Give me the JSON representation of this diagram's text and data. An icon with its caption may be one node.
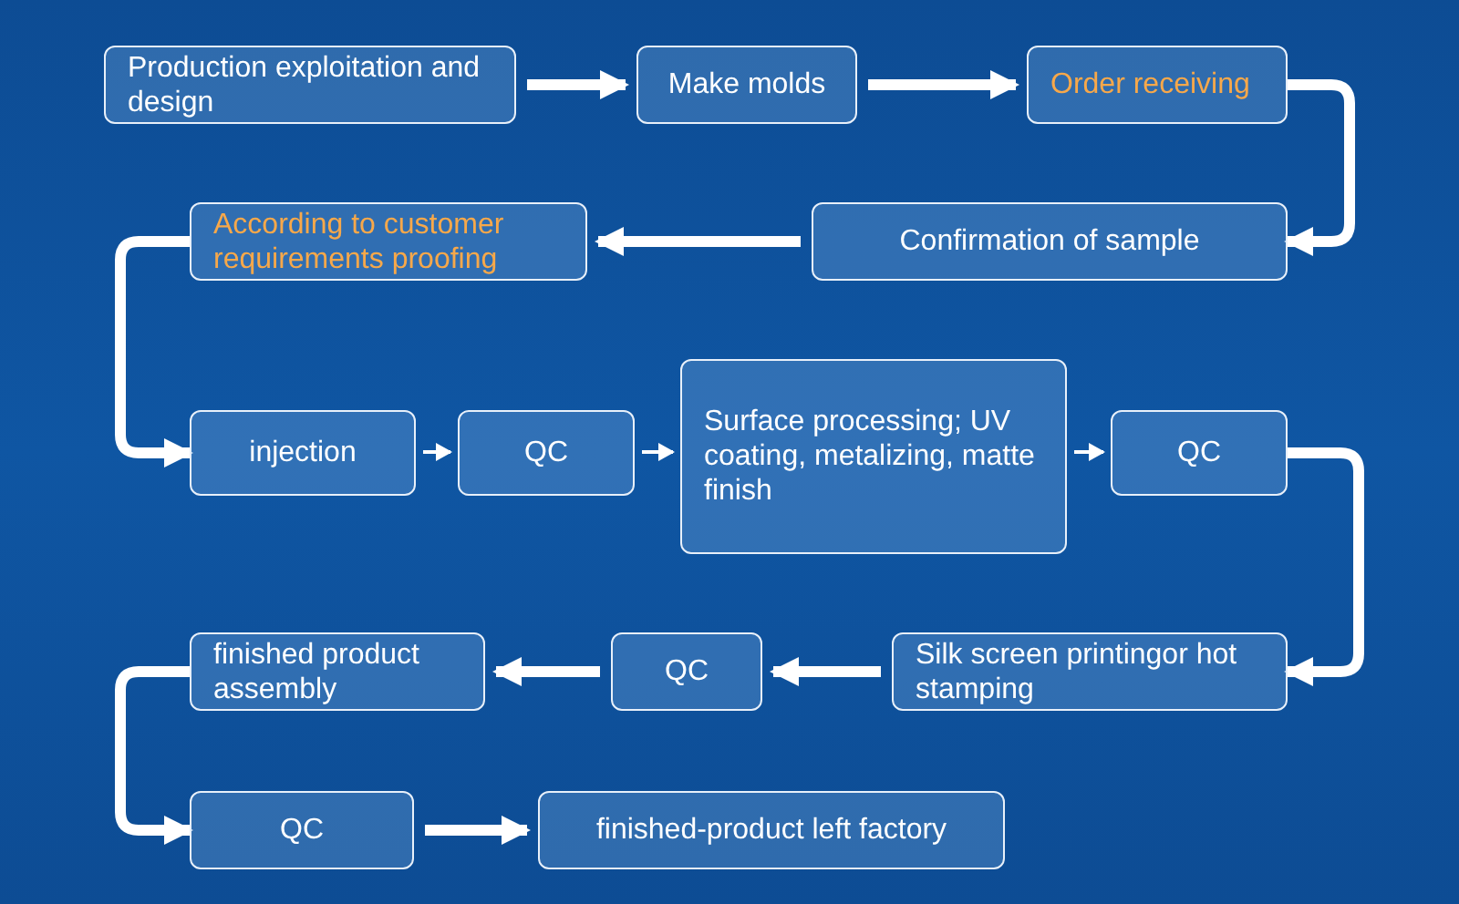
{
  "diagram": {
    "nodes": [
      {
        "text": [
          "Production exploitation and design"
        ]
      },
      {
        "text": [
          "Make molds"
        ]
      },
      {
        "text": [
          "Order receiving"
        ]
      },
      {
        "text": [
          "Confirmation of sample"
        ]
      },
      {
        "text": [
          "According to customer requirements proofing"
        ]
      },
      {
        "text": [
          "injection"
        ]
      },
      {
        "text": [
          "QC"
        ]
      },
      {
        "text": [
          "Surface processing; UV coating, metalizing, matte finish"
        ]
      },
      {
        "text": [
          "QC"
        ]
      },
      {
        "text": [
          "Silk screen printingor hot stamping"
        ]
      },
      {
        "text": [
          "QC"
        ]
      },
      {
        "text": [
          "finished product assembly"
        ]
      },
      {
        "text": [
          "QC"
        ]
      },
      {
        "text": [
          "finished-product left factory"
        ]
      }
    ],
    "edges": [
      {
        "from": 0,
        "to": 1,
        "arrow": "to"
      },
      {
        "from": 1,
        "to": 2,
        "arrow": "to"
      },
      {
        "from": 2,
        "to": 3,
        "arrow": "to"
      },
      {
        "from": 3,
        "to": 4,
        "arrow": "to"
      },
      {
        "from": 4,
        "to": 5,
        "arrow": "to"
      },
      {
        "from": 5,
        "to": 6,
        "arrow": "to"
      },
      {
        "from": 6,
        "to": 7,
        "arrow": "to"
      },
      {
        "from": 7,
        "to": 8,
        "arrow": "to"
      },
      {
        "from": 8,
        "to": 9,
        "arrow": "to"
      },
      {
        "from": 9,
        "to": 10,
        "arrow": "to"
      },
      {
        "from": 10,
        "to": 11,
        "arrow": "to"
      },
      {
        "from": 11,
        "to": 12,
        "arrow": "to"
      },
      {
        "from": 12,
        "to": 13,
        "arrow": "to"
      }
    ]
  }
}
